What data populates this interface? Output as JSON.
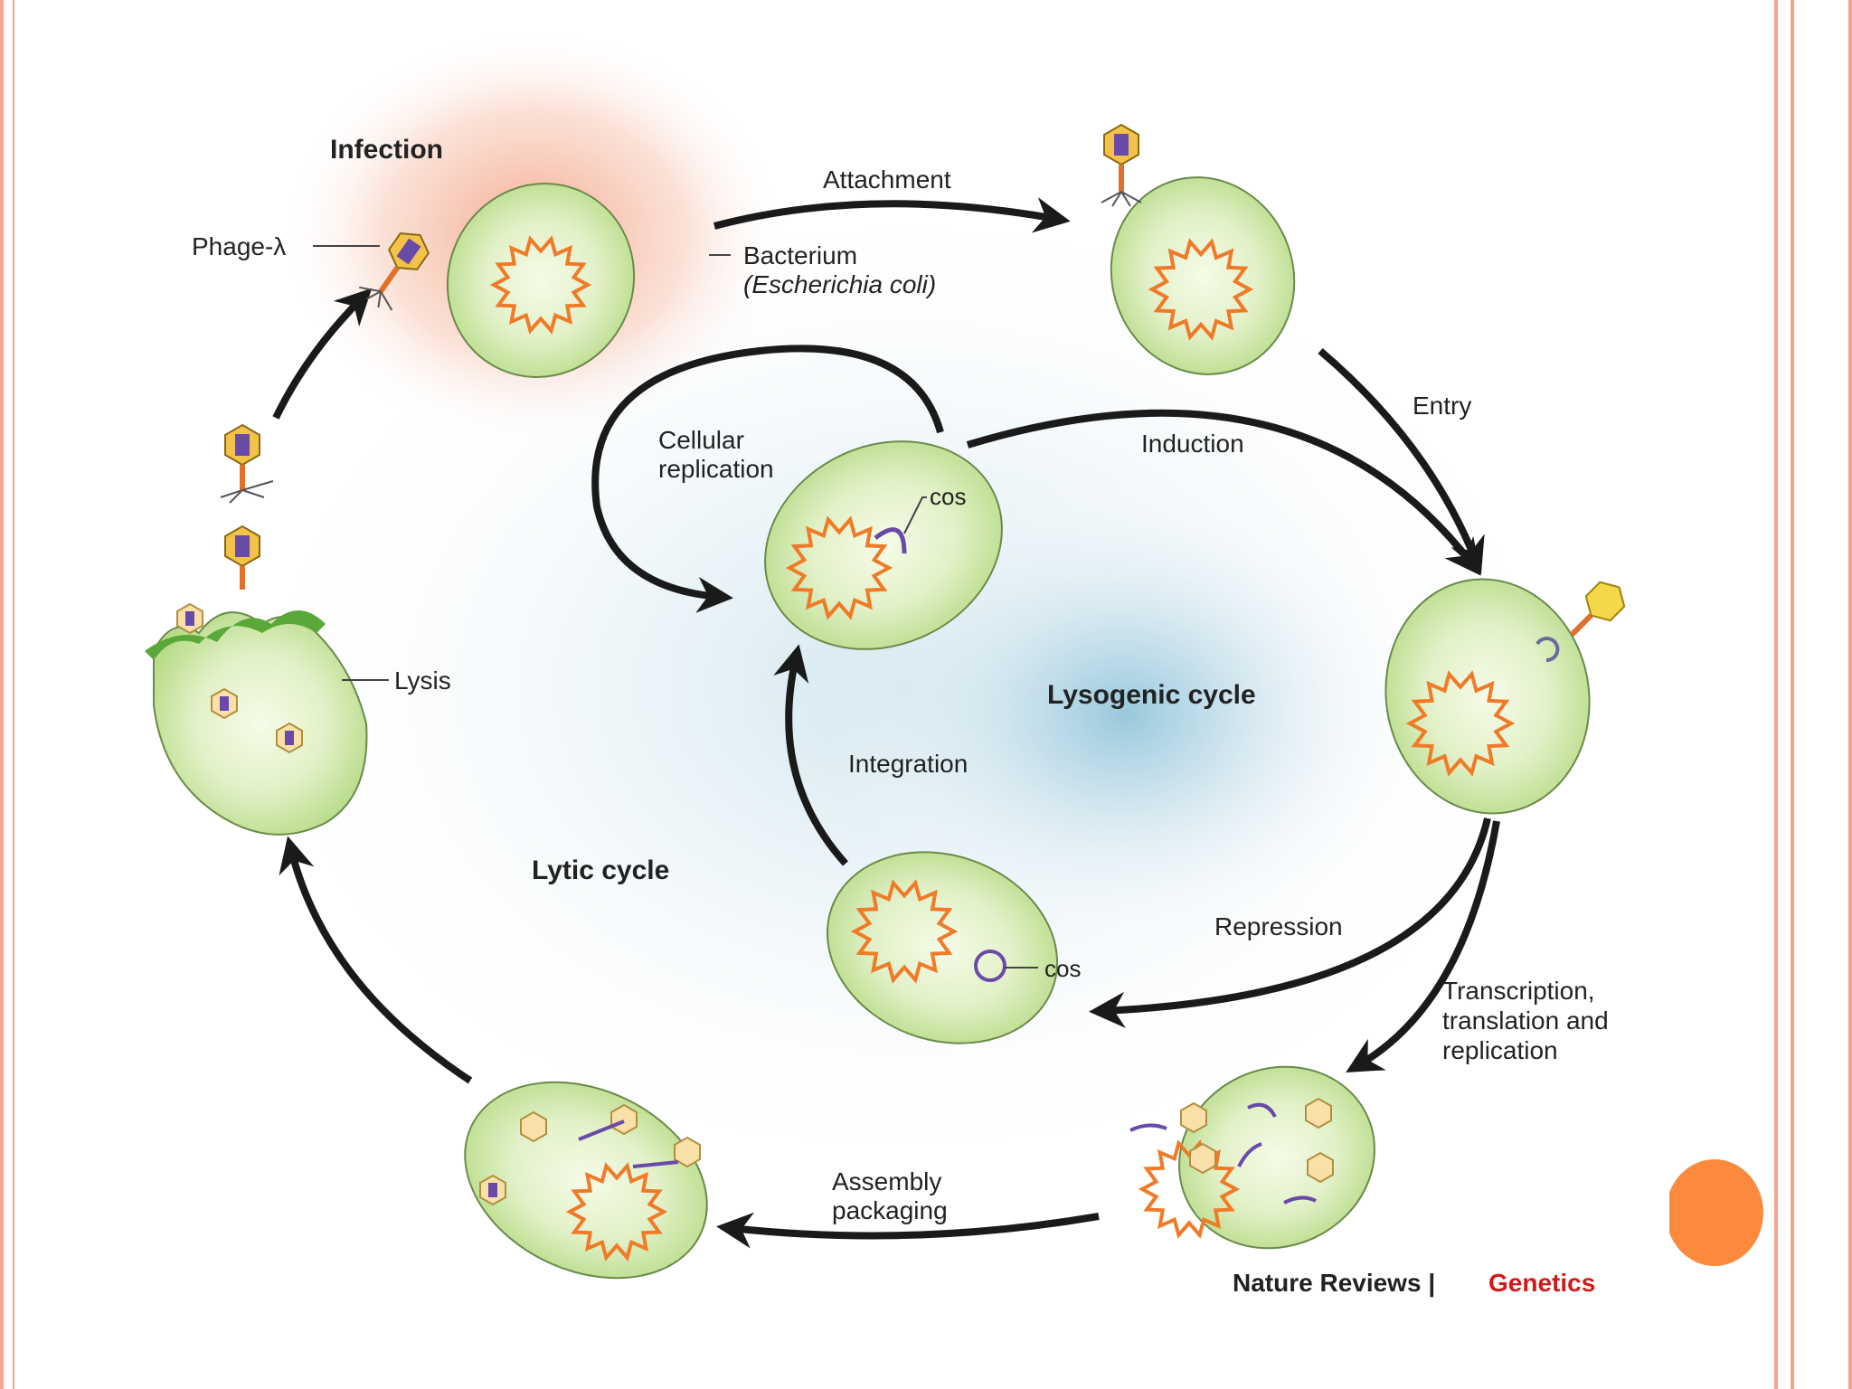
{
  "labels": {
    "infection": "Infection",
    "phage": "Phage-λ",
    "attachment": "Attachment",
    "bacterium": "Bacterium",
    "ecoli": "(Escherichia coli)",
    "entry": "Entry",
    "cellular_replication_1": "Cellular",
    "cellular_replication_2": "replication",
    "induction": "Induction",
    "cos_top": "cos",
    "cos_bottom": "cos",
    "lysogenic_cycle": "Lysogenic cycle",
    "lysis": "Lysis",
    "integration": "Integration",
    "lytic_cycle": "Lytic cycle",
    "repression": "Repression",
    "transcription_1": "Transcription,",
    "transcription_2": "translation and",
    "transcription_3": "replication",
    "assembly_1": "Assembly",
    "assembly_2": "packaging"
  },
  "credit": {
    "journal": "Nature Reviews |",
    "section": "Genetics"
  },
  "colors": {
    "cell_fill": "#cfe8a8",
    "cell_stroke": "#6a8a4a",
    "chromosome": "#f07a28",
    "phage_head": "#f2c24a",
    "phage_dna": "#6a4aa8",
    "arrow": "#1a1a1a",
    "genetics_red": "#d11a1a",
    "glow_blue": "#8fc4d8",
    "infection_glow": "#f4a488",
    "frame": "#f3a58a",
    "accent_dot": "#fc8a3d"
  }
}
